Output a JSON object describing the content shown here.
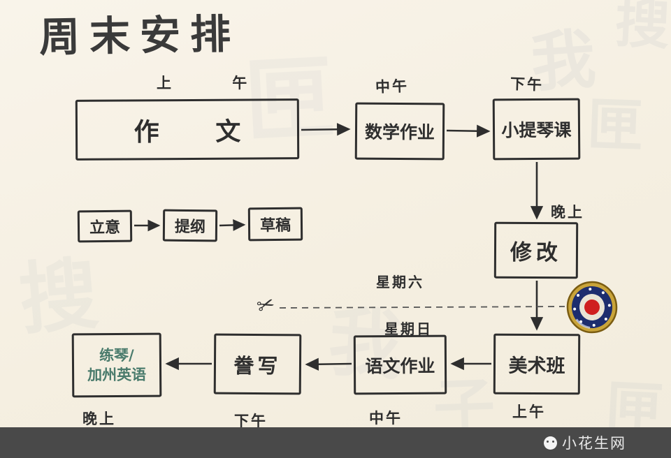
{
  "title": "周末安排",
  "diagram": {
    "time_labels": {
      "morning_top": "上 午",
      "noon_top": "中午",
      "afternoon_top": "下午",
      "evening_right": "晚上",
      "morning_bottom": "上午",
      "noon_bottom": "中午",
      "afternoon_bottom": "下午",
      "evening_bottom": "晚上"
    },
    "day_labels": {
      "saturday": "星期六",
      "sunday": "星期日"
    },
    "nodes": {
      "composition": "作 文",
      "math_homework": "数学作业",
      "violin_lesson": "小提琴课",
      "revise": "修改",
      "concept": "立意",
      "outline": "提纲",
      "draft": "草稿",
      "art_class": "美术班",
      "chinese_homework": "语文作业",
      "transcribe": "誊写",
      "piano_line1": "练琴/",
      "piano_line2": "加州英语"
    },
    "scissors_icon": "✂",
    "colors": {
      "ink": "#2e2e2e",
      "piano_ink": "#4a7b6c",
      "paper": "#f6f0e3",
      "badge_gold": "#c9a43a",
      "badge_navy": "#1d2d6e",
      "badge_red": "#cf1f1f",
      "bar_bg": "#494949"
    }
  },
  "watermarks": {
    "w1": "搜",
    "w2": "我",
    "w3": "匣",
    "w4": "匣",
    "w5": "搜",
    "w6": "我",
    "w7": "子",
    "w8": "匣"
  },
  "bottom_bar": {
    "site_name": "小花生网"
  }
}
